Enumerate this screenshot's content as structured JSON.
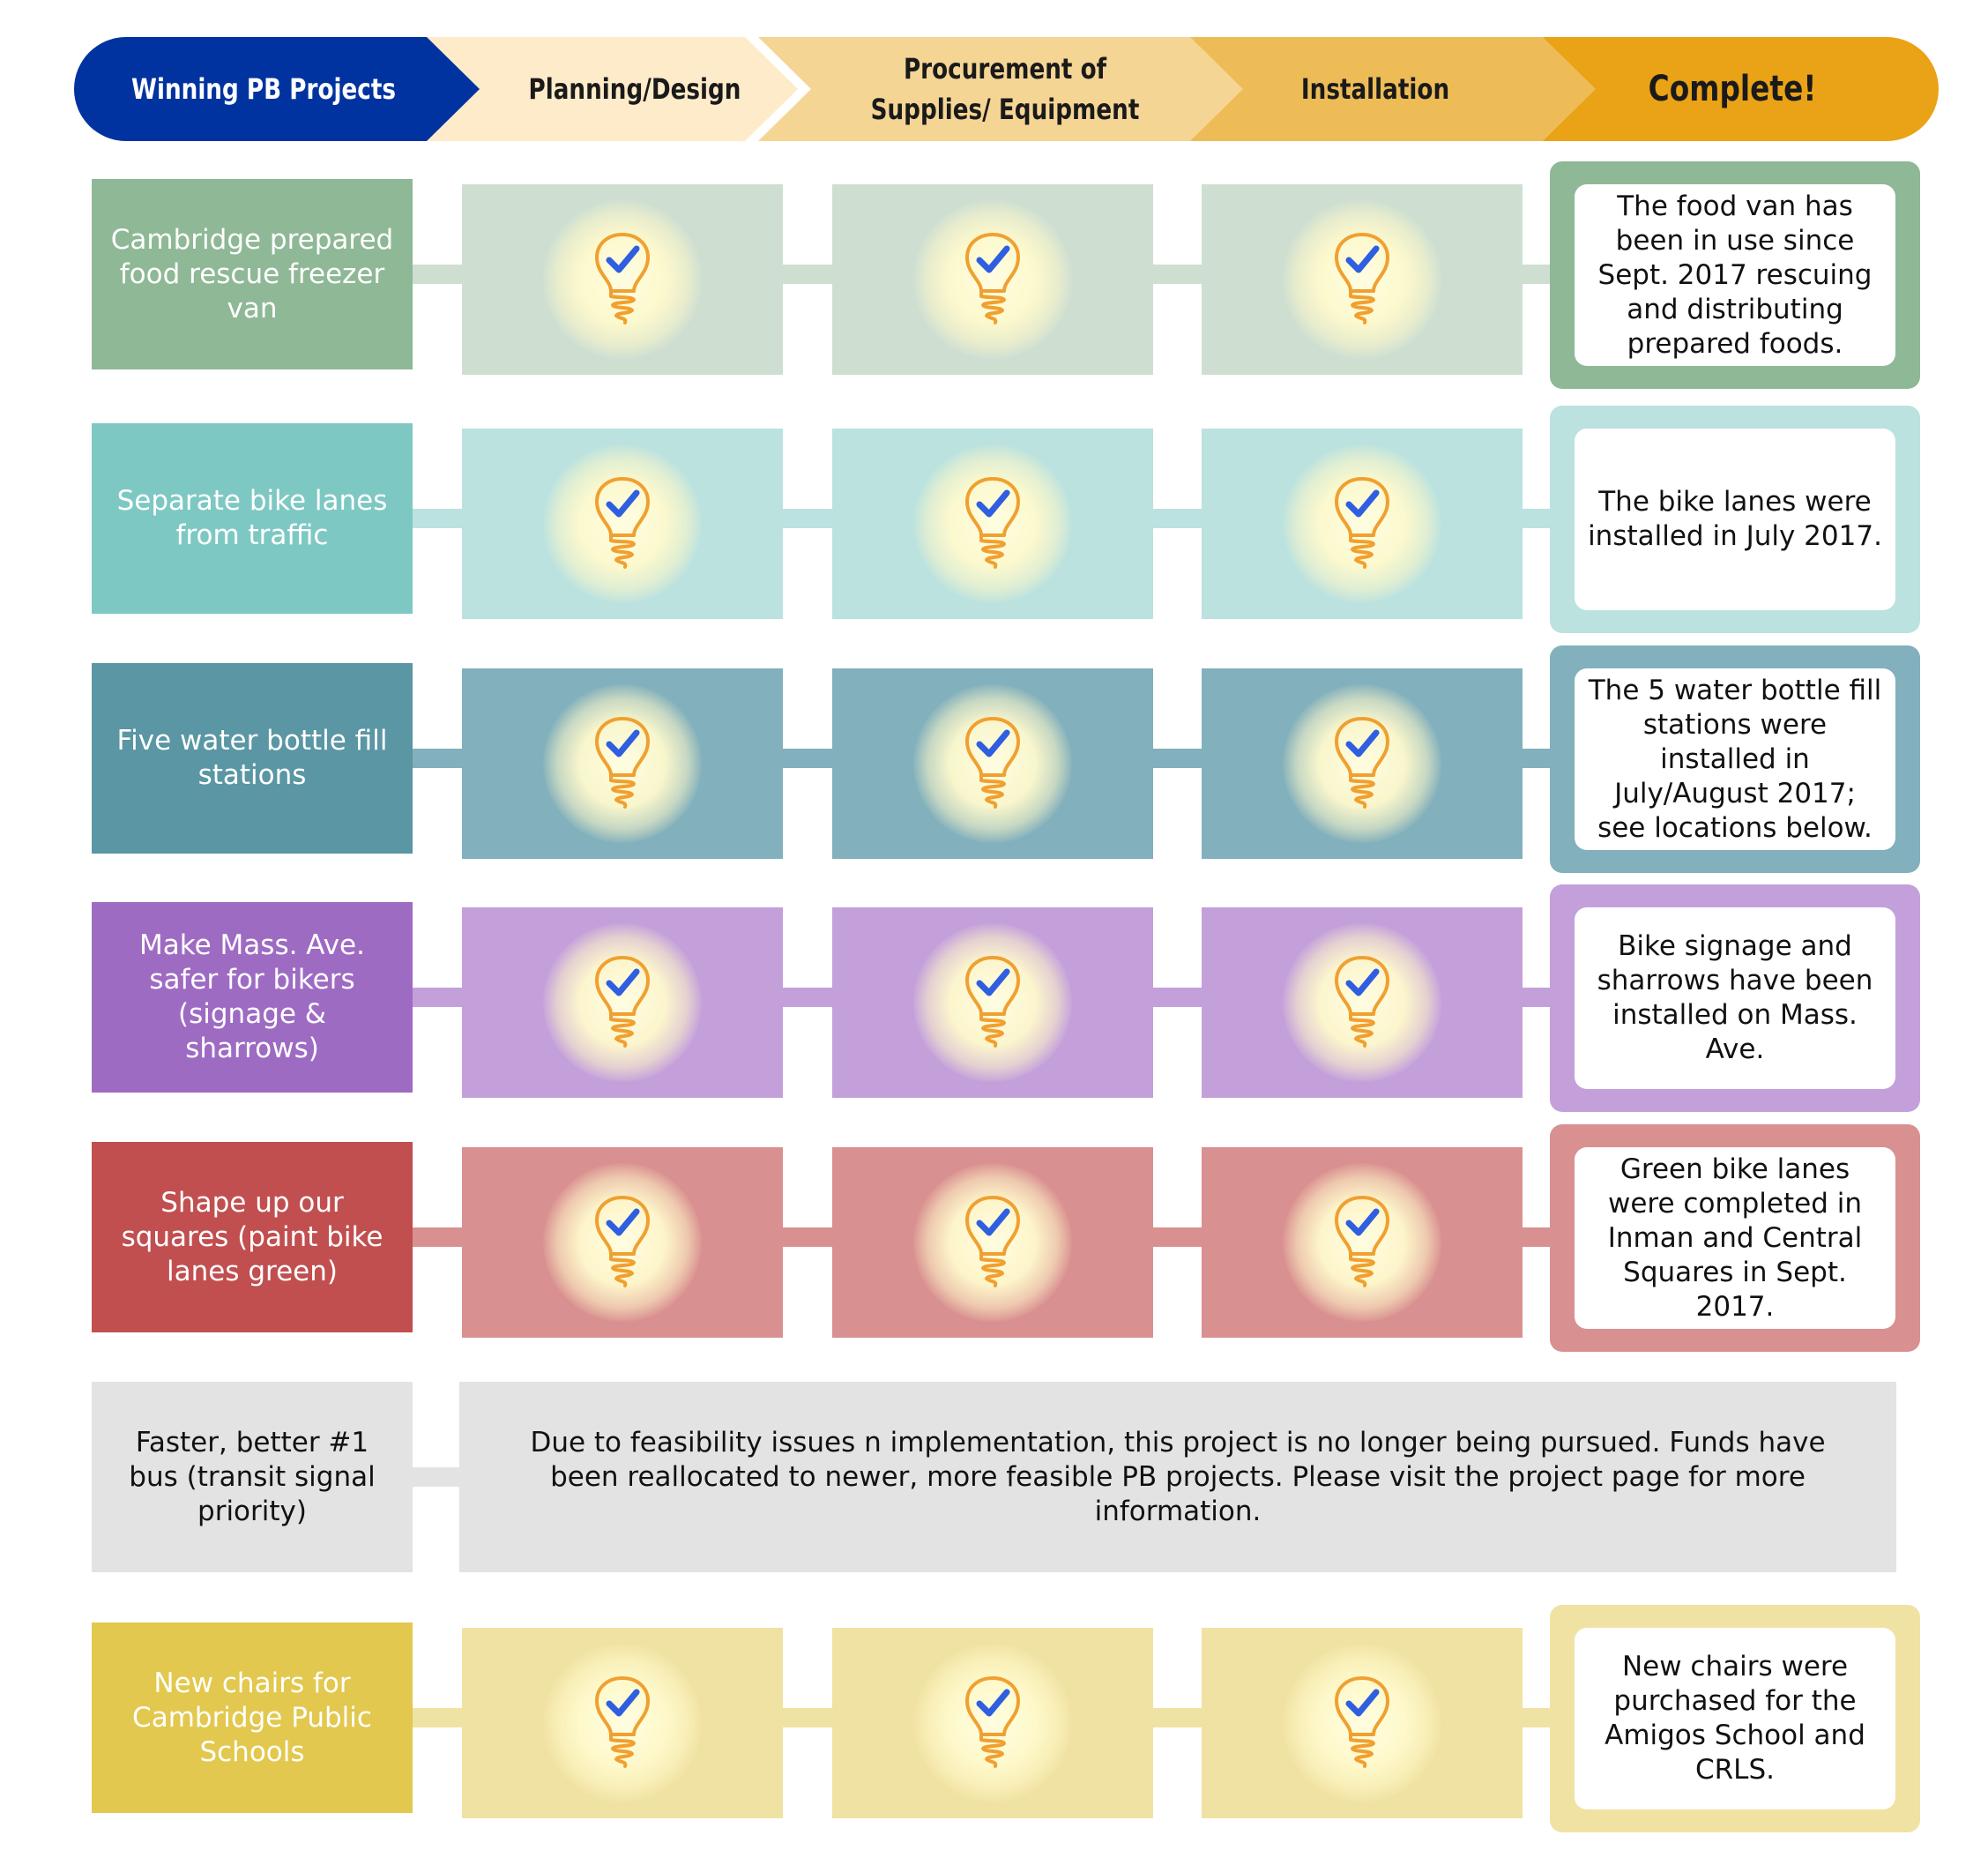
{
  "header": {
    "steps": [
      {
        "label": "Winning PB Projects",
        "color": "#0033A0",
        "text_color": "#ffffff"
      },
      {
        "label": "Planning/Design",
        "color": "#FDEBC9",
        "text_color": "#1a1a1a"
      },
      {
        "label": "Procurement of Supplies/ Equipment",
        "color": "#F5D594",
        "text_color": "#1a1a1a"
      },
      {
        "label": "Installation",
        "color": "#EDBC56",
        "text_color": "#1a1a1a"
      },
      {
        "label": "Complete!",
        "color": "#EAA216",
        "text_color": "#1a1a1a"
      }
    ]
  },
  "rows": [
    {
      "label": "Cambridge prepared food rescue freezer van",
      "label_color": "#8FB896",
      "stage_color": "#CEDFD2",
      "outer_color": "#8FB896",
      "complete_text": "The food van has been in use since Sept. 2017 rescuing and distributing prepared foods.",
      "checked": [
        true,
        true,
        true
      ]
    },
    {
      "label": "Separate bike lanes from traffic",
      "label_color": "#7EC8C4",
      "stage_color": "#BBE2DF",
      "outer_color": "#BBE2DF",
      "complete_text": "The bike lanes were installed in July 2017.",
      "checked": [
        true,
        true,
        true
      ]
    },
    {
      "label": "Five water bottle fill stations",
      "label_color": "#5A96A3",
      "stage_color": "#82B0BC",
      "outer_color": "#82B0BC",
      "complete_text": "The 5 water bottle fill stations were installed in July/August 2017; see locations below.",
      "checked": [
        true,
        true,
        true
      ]
    },
    {
      "label": "Make Mass. Ave. safer for bikers (signage & sharrows)",
      "label_color": "#9E6BC3",
      "stage_color": "#C4A0DB",
      "outer_color": "#C4A0DB",
      "complete_text": "Bike signage and sharrows have been installed on Mass. Ave.",
      "checked": [
        true,
        true,
        true
      ]
    },
    {
      "label": "Shape up our squares (paint bike lanes green)",
      "label_color": "#C14F50",
      "stage_color": "#D99090",
      "outer_color": "#D99090",
      "complete_text": "Green bike lanes were completed in Inman and Central Squares in Sept. 2017.",
      "checked": [
        true,
        true,
        true
      ]
    },
    {
      "label": "Faster, better #1 bus (transit signal priority)",
      "label_color": "#E3E3E3",
      "label_text_color": "#111111",
      "stage_color": "#E3E3E3",
      "wide_text": "Due to feasibility issues n implementation, this project is no longer being pursued. Funds have been reallocated to newer, more feasible PB projects. Please visit the project page for more information."
    },
    {
      "label": "New chairs for Cambridge Public Schools",
      "label_color": "#E2C84E",
      "stage_color": "#F0E2A2",
      "outer_color": "#F0E2A2",
      "complete_text": "New chairs were purchased for the Amigos School and CRLS.",
      "checked": [
        true,
        true,
        true
      ]
    }
  ],
  "icons": {
    "stage_icon": "lightbulb-check-icon",
    "bulb_color": "#F0A030",
    "check_color": "#2F5FE0"
  }
}
